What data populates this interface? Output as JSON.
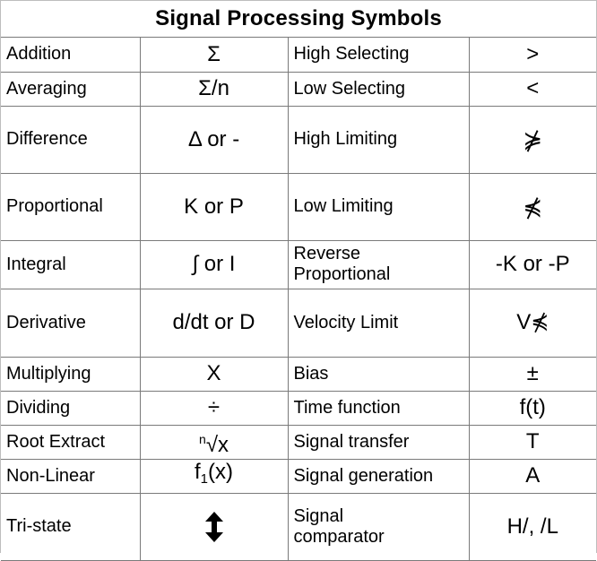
{
  "title": "Signal Processing Symbols",
  "rows": [
    {
      "left_label": "Addition",
      "left_symbol": "Σ",
      "right_label": "High Selecting",
      "right_symbol": ">"
    },
    {
      "left_label": "Averaging",
      "left_symbol": "Σ/n",
      "right_label": "Low Selecting",
      "right_symbol": "<"
    },
    {
      "left_label": "Difference",
      "left_symbol": "Δ or -",
      "right_label": "High Limiting",
      "right_symbol": "⋡"
    },
    {
      "left_label": "Proportional",
      "left_symbol": "K or P",
      "right_label": "Low Limiting",
      "right_symbol": "⋠"
    },
    {
      "left_label": "Integral",
      "left_symbol": "∫ or I",
      "right_label_line1": "Reverse",
      "right_label_line2": "Proportional",
      "right_symbol": "-K or -P"
    },
    {
      "left_label": "Derivative",
      "left_symbol": "d/dt or D",
      "right_label": "Velocity Limit",
      "right_symbol": "V⋠"
    },
    {
      "left_label": "Multiplying",
      "left_symbol": "X",
      "right_label": "Bias",
      "right_symbol": "±"
    },
    {
      "left_label": "Dividing",
      "left_symbol": "÷",
      "right_label": "Time function",
      "right_symbol": "f(t)"
    },
    {
      "left_label": "Root Extract",
      "left_symbol_sup": "n",
      "left_symbol_main": "√x",
      "right_label": "Signal transfer",
      "right_symbol": "T"
    },
    {
      "left_label": "Non-Linear",
      "left_symbol_main": "f",
      "left_symbol_sub": "1",
      "left_symbol_tail": "(x)",
      "right_label": "Signal generation",
      "right_symbol": "A"
    },
    {
      "left_label": "Tri-state",
      "left_symbol_icon": "up-down-arrow-icon",
      "right_label_line1": "Signal",
      "right_label_line2": "comparator",
      "right_symbol": "H/, /L"
    }
  ]
}
